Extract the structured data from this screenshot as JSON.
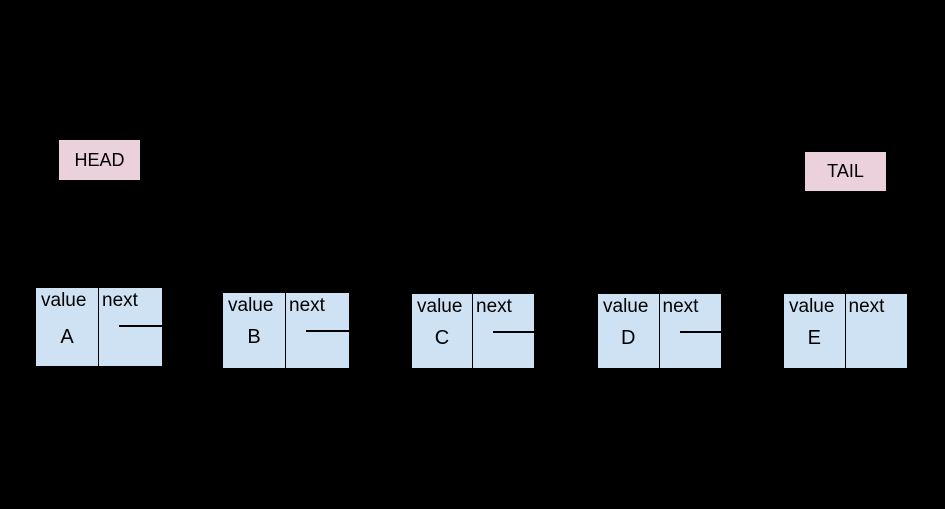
{
  "colors": {
    "background": "#000000",
    "node_fill": "#cfe2f3",
    "pointer_fill": "#ead1dc",
    "border": "#000000",
    "text": "#000000",
    "next_line": "#000000"
  },
  "pointers": {
    "head": {
      "label": "HEAD"
    },
    "tail": {
      "label": "TAIL"
    }
  },
  "nodes": [
    {
      "value_label": "value",
      "next_label": "next",
      "value": "A",
      "has_next_line": true
    },
    {
      "value_label": "value",
      "next_label": "next",
      "value": "B",
      "has_next_line": true
    },
    {
      "value_label": "value",
      "next_label": "next",
      "value": "C",
      "has_next_line": true
    },
    {
      "value_label": "value",
      "next_label": "next",
      "value": "D",
      "has_next_line": true
    },
    {
      "value_label": "value",
      "next_label": "next",
      "value": "E",
      "has_next_line": false
    }
  ]
}
